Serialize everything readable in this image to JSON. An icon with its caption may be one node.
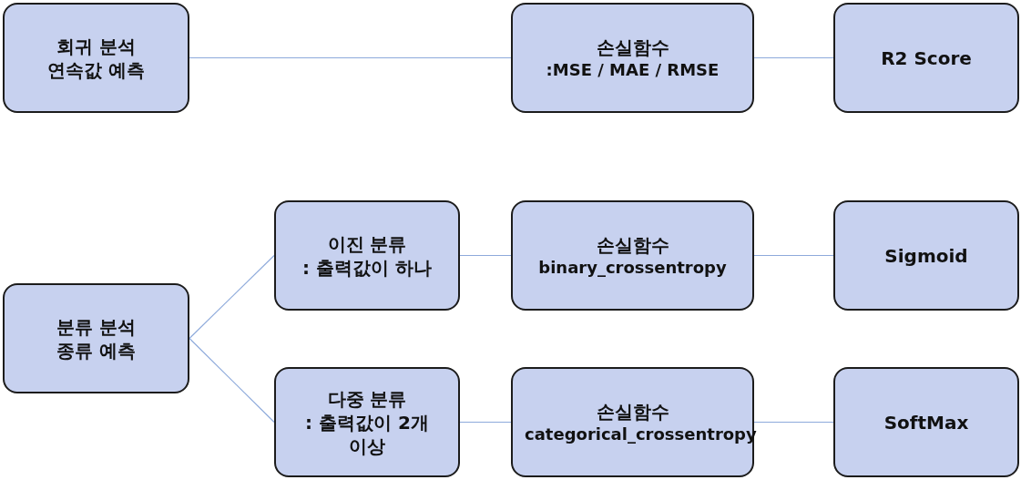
{
  "diagram": {
    "nodes": [
      {
        "text": [
          "회귀 분석",
          "연속값 예측"
        ]
      },
      {
        "text": [
          "손실함수",
          ":MSE / MAE / RMSE"
        ]
      },
      {
        "text": [
          "R2 Score"
        ]
      },
      {
        "text": [
          "분류 분석",
          "종류 예측"
        ]
      },
      {
        "text": [
          "이진 분류",
          ": 출력값이 하나"
        ]
      },
      {
        "text": [
          "손실함수",
          "binary_crossentropy"
        ]
      },
      {
        "text": [
          "Sigmoid"
        ]
      },
      {
        "text": [
          "다중 분류",
          ": 출력값이 2개 이상"
        ]
      },
      {
        "text": [
          "손실함수",
          "categorical_crossentropy"
        ]
      },
      {
        "text": [
          "SoftMax"
        ]
      }
    ],
    "edges": [
      {
        "from": 0,
        "to": 1,
        "arrow": "none"
      },
      {
        "from": 1,
        "to": 2,
        "arrow": "none"
      },
      {
        "from": 3,
        "to": 4,
        "arrow": "none"
      },
      {
        "from": 3,
        "to": 7,
        "arrow": "none"
      },
      {
        "from": 4,
        "to": 5,
        "arrow": "none"
      },
      {
        "from": 5,
        "to": 6,
        "arrow": "none"
      },
      {
        "from": 7,
        "to": 8,
        "arrow": "none"
      },
      {
        "from": 8,
        "to": 9,
        "arrow": "none"
      }
    ]
  }
}
